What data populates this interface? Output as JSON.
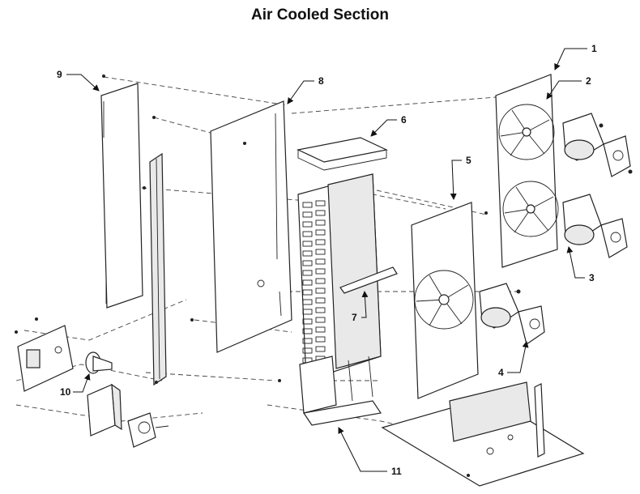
{
  "title": "Air Cooled Section",
  "callouts": [
    "1",
    "2",
    "3",
    "4",
    "5",
    "6",
    "7",
    "8",
    "9",
    "10",
    "11"
  ],
  "icons": {
    "fan_assembly": "fan-blade-icon",
    "motor": "motor-icon"
  }
}
